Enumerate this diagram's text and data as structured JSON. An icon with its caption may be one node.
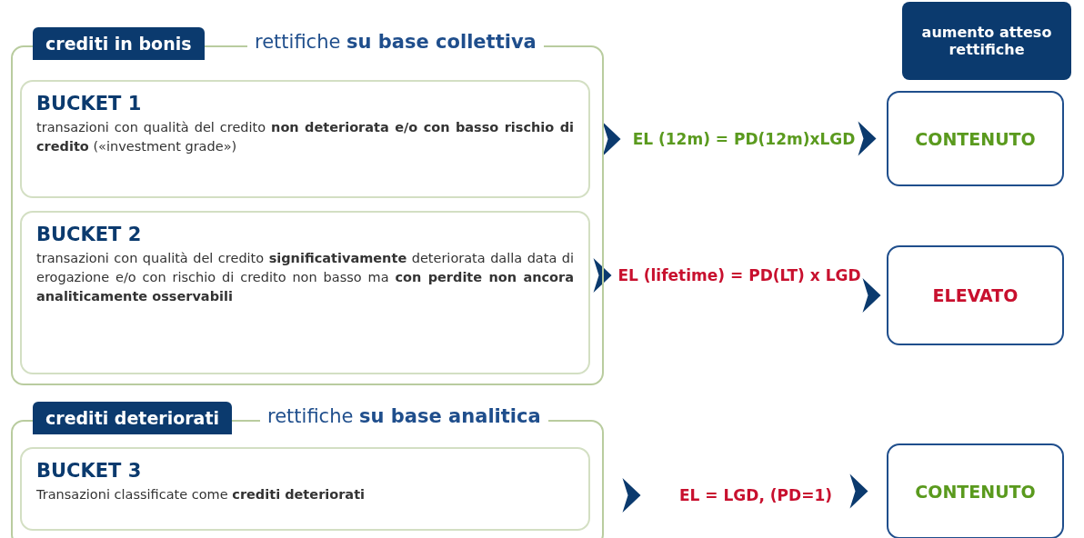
{
  "diagram": {
    "nodes": [
      {
        "text": [
          "crediti in bonis",
          "rettifiche **su base collettiva**"
        ]
      },
      {
        "text": [
          "BUCKET 1",
          "transazioni con qualità del credito **non deteriorata e/o con basso rischio di credito** («investment grade»)"
        ],
        "in": 0
      },
      {
        "text": [
          "BUCKET 2",
          "transazioni con qualità del credito **significativamente** deteriorata dalla data di erogazione e/o con rischio di credito non basso ma **con perdite non ancora analiticamente osservabili**"
        ],
        "in": 0
      },
      {
        "text": [
          "crediti deteriorati",
          "rettifiche **su base analitica**"
        ]
      },
      {
        "text": [
          "BUCKET 3",
          "Transazioni classificate come **crediti deteriorati**"
        ],
        "in": 3
      },
      {
        "text": [
          "aumento atteso rettifiche"
        ]
      },
      {
        "text": [
          "EL (12m) = PD(12m)xLGD"
        ]
      },
      {
        "text": [
          "CONTENUTO"
        ]
      },
      {
        "text": [
          "EL (lifetime) = PD(LT) x LGD"
        ]
      },
      {
        "text": [
          "ELEVATO"
        ]
      },
      {
        "text": [
          "EL = LGD, (PD=1)"
        ]
      },
      {
        "text": [
          "CONTENUTO"
        ]
      }
    ],
    "edges": [
      {
        "from": 1,
        "to": 6,
        "arrow": "to"
      },
      {
        "from": 6,
        "to": 7,
        "arrow": "to"
      },
      {
        "from": 2,
        "to": 8,
        "arrow": "to"
      },
      {
        "from": 8,
        "to": 9,
        "arrow": "to"
      },
      {
        "from": 4,
        "to": 10,
        "arrow": "to"
      },
      {
        "from": 10,
        "to": 11,
        "arrow": "to"
      }
    ]
  }
}
